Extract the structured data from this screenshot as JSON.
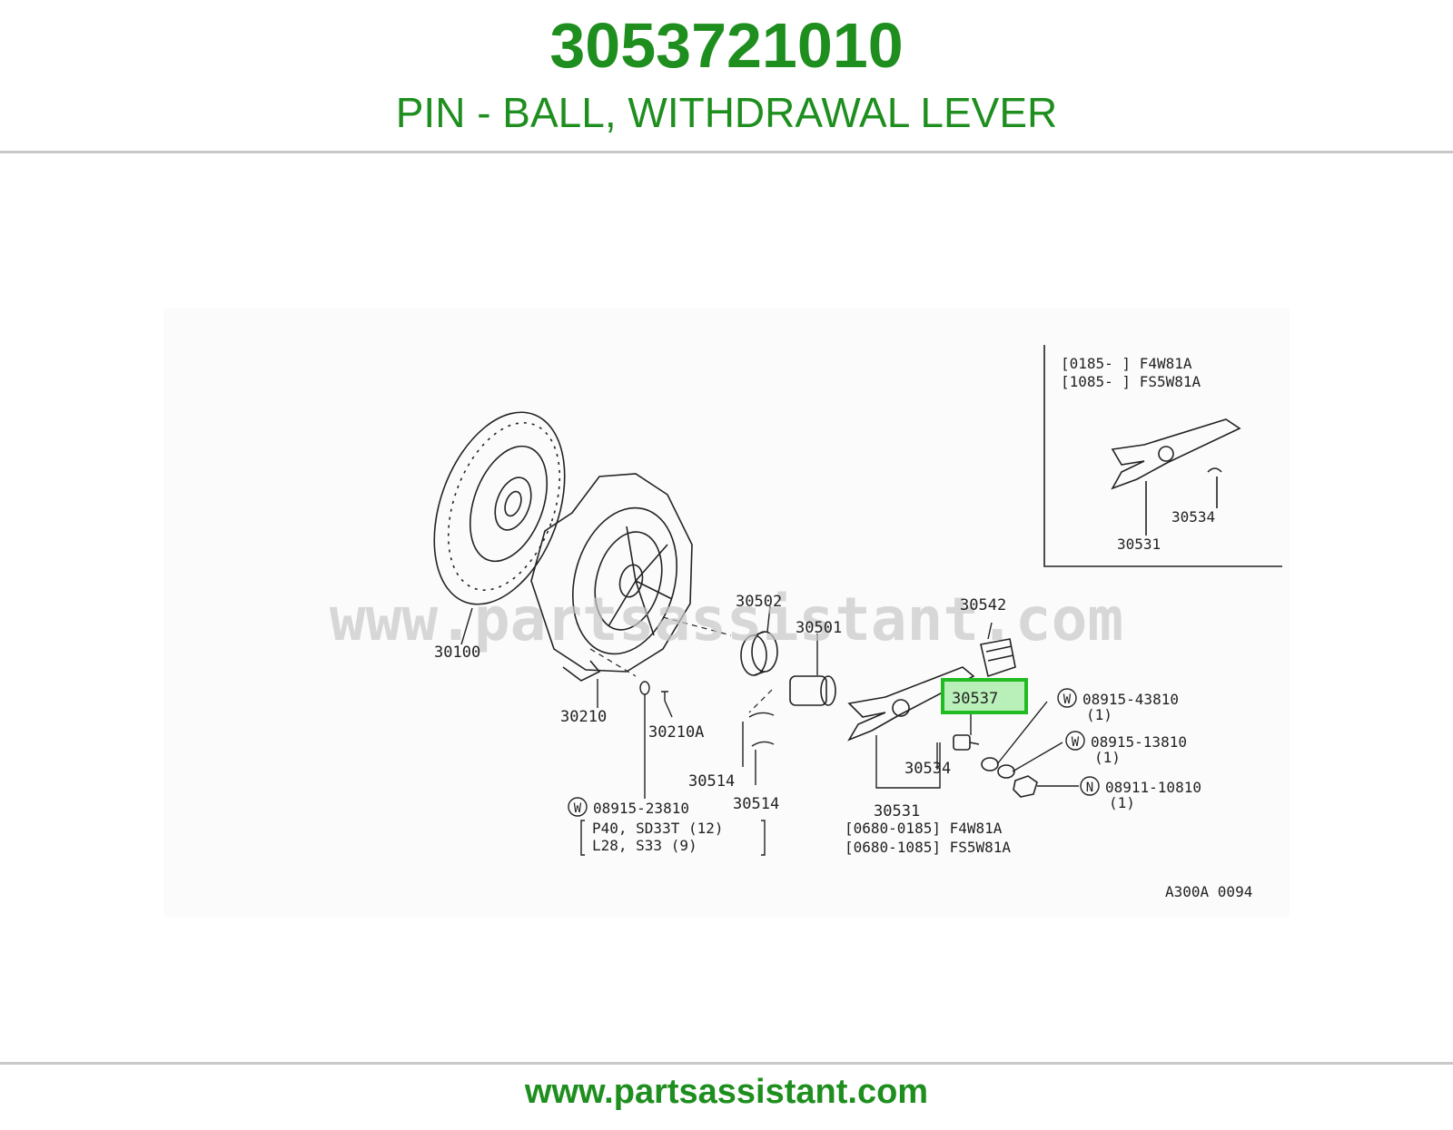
{
  "header": {
    "part_number": "3053721010",
    "part_name": "PIN - BALL, WITHDRAWAL LEVER"
  },
  "diagram": {
    "watermark": "www.partsassistant.com",
    "diagram_code": "A300A 0094",
    "labels": {
      "l30100": "30100",
      "l30210": "30210",
      "l30210A": "30210A",
      "l30502": "30502",
      "l30501": "30501",
      "l30514a": "30514",
      "l30514b": "30514",
      "l30542": "30542",
      "l30537": "30537",
      "l30534": "30534",
      "l30531": "30531",
      "w1_part": "08915-43810",
      "w1_qty": "(1)",
      "w2_part": "08915-13810",
      "w2_qty": "(1)",
      "n_part": "08911-10810",
      "n_qty": "(1)",
      "w3_part": "08915-23810",
      "w3_line1": "P40, SD33T  (12)",
      "w3_line2": "L28, S33   (9)",
      "range1": "[0680-0185] F4W81A",
      "range2": "[0680-1085] FS5W81A",
      "sym_w": "W",
      "sym_n": "N"
    },
    "inset": {
      "line1": "[0185-   ] F4W81A",
      "line2": "[1085-   ] FS5W81A",
      "l30534": "30534",
      "l30531": "30531"
    },
    "highlight_color": "#22bb22"
  },
  "footer": {
    "url": "www.partsassistant.com"
  }
}
